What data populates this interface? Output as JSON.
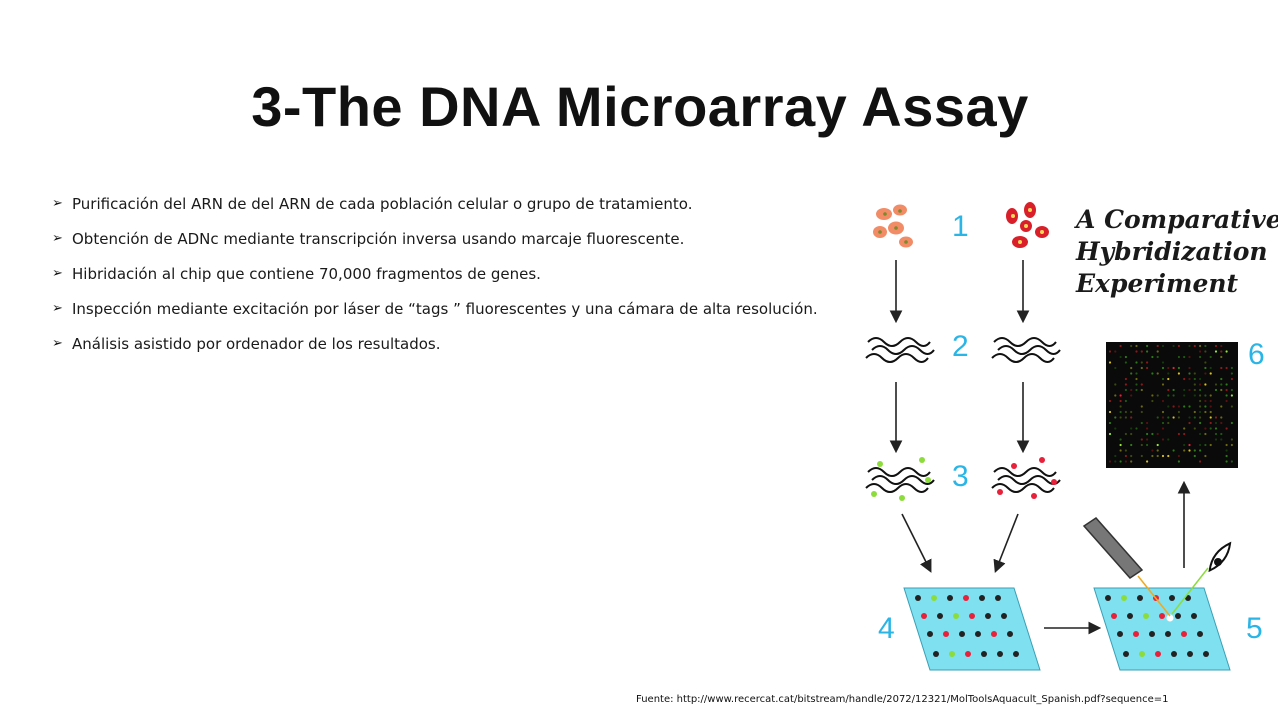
{
  "slide": {
    "title": "3-The DNA Microarray Assay",
    "bullets": [
      "Purificación del ARN de del ARN de cada población celular o grupo de tratamiento.",
      "Obtención de ADNc mediante transcripción inversa usando marcaje fluorescente.",
      "Hibridación al chip que contiene 70,000 fragmentos de genes.",
      "Inspección mediante excitación por láser de “tags ” fluorescentes y una cámara de alta resolución.",
      "Análisis asistido por ordenador de los resultados."
    ],
    "bullet_icon": "arrowhead-bullet-icon",
    "source": "Fuente: http://www.recercat.cat/bitstream/handle/2072/12321/MolToolsAquacult_Spanish.pdf?sequence=1"
  },
  "figure": {
    "title_lines": [
      "A Comparative",
      "Hybridization",
      "Experiment"
    ],
    "step_numbers": [
      "1",
      "2",
      "3",
      "4",
      "5",
      "6"
    ],
    "colors": {
      "step_number": "#2ab5e6",
      "cells_left": "#f28c66",
      "cells_right": "#d9202a",
      "dye_green": "#8cdc3c",
      "dye_red": "#e8203a",
      "chip": "#7fe0f0",
      "scan_image_bg": "#0a0a0a"
    },
    "icons": [
      "cell-cluster-icon",
      "rna-strands-icon",
      "labeled-cdna-icon",
      "microarray-chip-icon",
      "laser-scanner-icon",
      "eye-icon",
      "scanned-array-image"
    ]
  }
}
